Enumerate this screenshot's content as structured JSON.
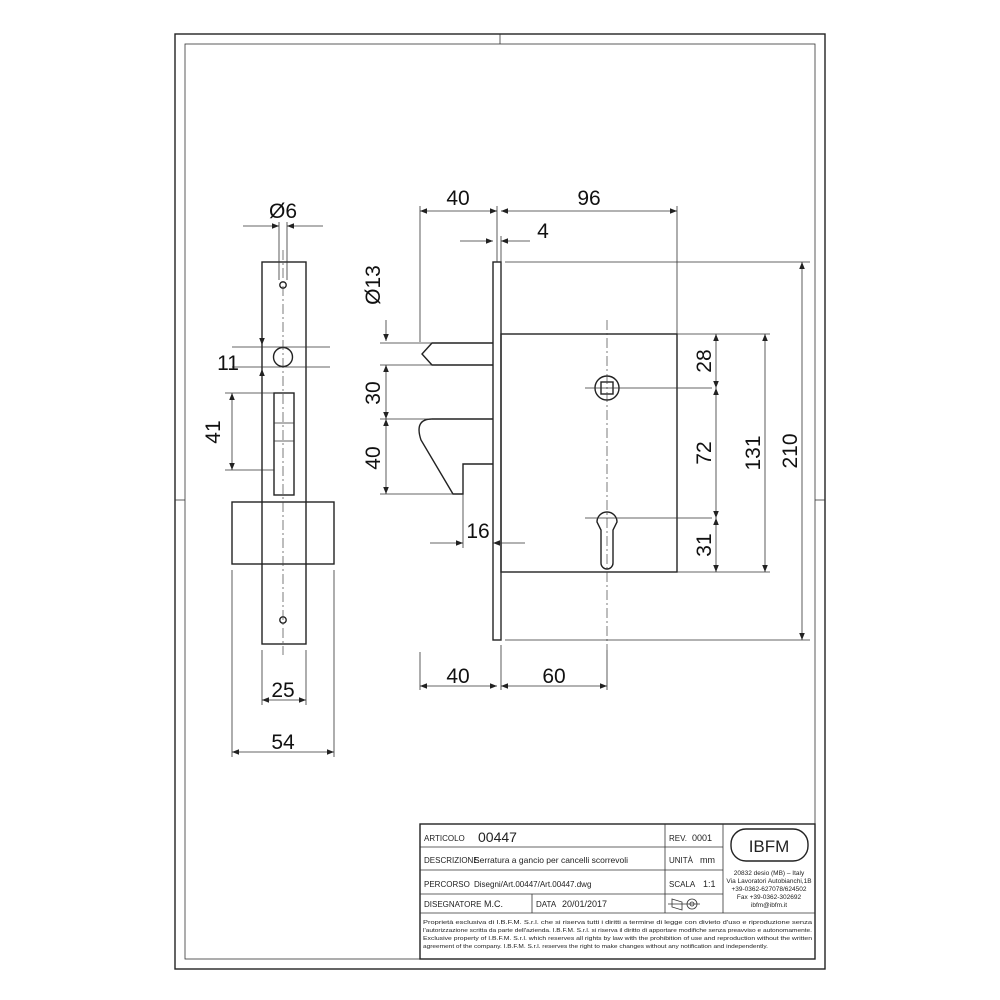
{
  "dimensions": {
    "pin_diameter": "Ø6",
    "hole_11": "11",
    "slot_41": "41",
    "faceplate_25": "25",
    "width_54": "54",
    "top_40": "40",
    "top_96": "96",
    "plate_4": "4",
    "bolt_diameter": "Ø13",
    "side_30": "30",
    "side_40": "40",
    "hook_16": "16",
    "bottom_40": "40",
    "bottom_60": "60",
    "right_28": "28",
    "right_72": "72",
    "right_31": "31",
    "right_131": "131",
    "right_210": "210"
  },
  "title_block": {
    "articolo_label": "ARTICOLO",
    "articolo_value": "00447",
    "rev_label": "REV.",
    "rev_value": "0001",
    "descrizione_label": "DESCRIZIONE",
    "descrizione_value": "Serratura a gancio per cancelli scorrevoli",
    "unita_label": "UNITÀ",
    "unita_value": "mm",
    "percorso_label": "PERCORSO",
    "percorso_value": "Disegni/Art.00447/Art.00447.dwg",
    "scala_label": "SCALA",
    "scala_value": "1:1",
    "disegnatore_label": "DISEGNATORE",
    "disegnatore_value": "M.C.",
    "data_label": "DATA",
    "data_value": "20/01/2017",
    "logo_text": "IBFM",
    "address_lines": [
      "20832 desio (MB) – Italy",
      "Via Lavoratori Autobianchi,1B",
      "+39-0362-627078/624502",
      "Fax +39-0362-302692",
      "ibfm@ibfm.it"
    ],
    "legal_lines": [
      "Proprietà esclusiva di I.B.F.M. S.r.l. che si riserva tutti i diritti a termine di legge con divieto d'uso e riproduzione senza",
      "l'autorizzazione scritta da parte dell'azienda. I.B.F.M. S.r.l. si riserva il diritto di apportare modifiche senza preavviso e autonomamente.",
      "Exclusive property of I.B.F.M. S.r.l. which reserves all rights by law with the prohibition of use and reproduction without the written",
      "agreement of the company. I.B.F.M. S.r.l. reserves the right to make changes without any notification and independently."
    ]
  }
}
